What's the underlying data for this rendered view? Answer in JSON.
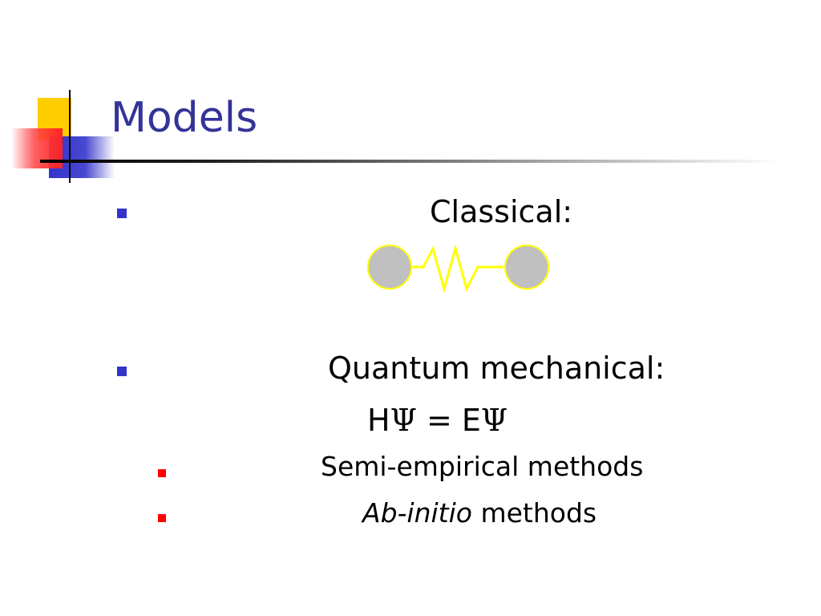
{
  "slide": {
    "title": "Models",
    "bullets": [
      {
        "label": "Classical:"
      },
      {
        "label": "Quantum mechanical:"
      }
    ],
    "equation": {
      "left_op": "H",
      "left_sym": "Ψ",
      "eq": " = ",
      "right_op": "E",
      "right_sym": "Ψ"
    },
    "sub_bullets": [
      {
        "text": "Semi-empirical methods"
      },
      {
        "italic": "Ab-initio",
        "rest": " methods"
      }
    ],
    "icons": {
      "molecule": "ball-and-spring-molecule-icon"
    },
    "colors": {
      "title": "#333399",
      "bullet_level1": "#3333cc",
      "bullet_level2": "#ff0000",
      "atom_fill": "#c0c0c0",
      "atom_stroke": "#ffff00",
      "spring": "#ffff00"
    }
  }
}
